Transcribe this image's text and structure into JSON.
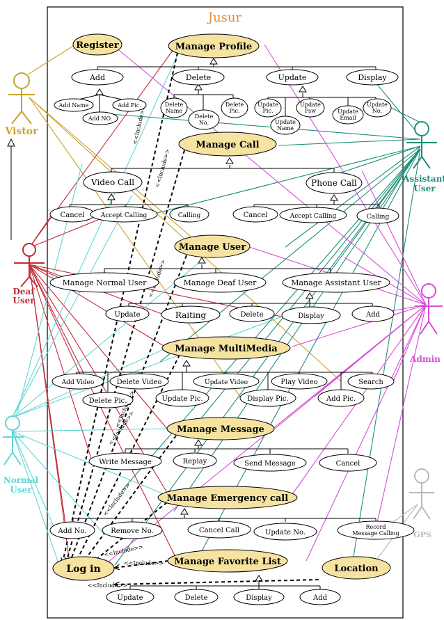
{
  "system_title": "Jusur",
  "actors": {
    "visitor": {
      "label": "Vistor",
      "color": "#c9a227"
    },
    "deaf_user": {
      "label": [
        "Deaf",
        "User"
      ],
      "color": "#c22a35"
    },
    "normal_user": {
      "label": [
        "Normal",
        "User"
      ],
      "color": "#5fd6d6"
    },
    "assistant_user": {
      "label": [
        "Assistant",
        "User"
      ],
      "color": "#1e8f7a"
    },
    "admin": {
      "label": "Admin",
      "color": "#d94bd9"
    },
    "gps": {
      "label": "GPS",
      "color": "#b9b9b9"
    }
  },
  "colors": {
    "primary_fill": "#f6e3a1",
    "case_fill": "#ffffff",
    "line": "#000000",
    "title": "#e08a3c"
  },
  "use_cases": {
    "register": "Register",
    "manage_profile": "Manage Profile",
    "add": "Add",
    "delete": "Delete",
    "update": "Update",
    "display": "Display",
    "add_name": "Add Name",
    "add_no": "Add NO.",
    "add_pic": "Add Pic.",
    "delete_name": [
      "Delete",
      "Name"
    ],
    "delete_no": [
      "Delete",
      "No."
    ],
    "delete_pic": [
      "Delete",
      "Pic."
    ],
    "update_pic": [
      "Update",
      "Pic."
    ],
    "update_psw": [
      "Update",
      "Psw"
    ],
    "update_name": [
      "Update",
      "Name"
    ],
    "update_email": [
      "Update",
      "Email"
    ],
    "update_no": [
      "Update",
      "No."
    ],
    "manage_call": "Manage Call",
    "video_call": "Video Call",
    "phone_call": "Phone Call",
    "cancel_vc": "Cancel",
    "accept_calling_vc": "Accept Calling",
    "calling_vc": "Calling",
    "cancel_pc": "Cancel",
    "accept_calling_pc": "Accept Calling",
    "calling_pc": "Calling",
    "manage_user": "Manage User",
    "manage_normal_user": "Manage Normal User",
    "manage_deaf_user": "Manage Deaf User",
    "manage_assistant_user": "Manage Assistant User",
    "mu_update": "Update",
    "mu_raiting": "Raiting",
    "mu_delete": "Delete",
    "mu_display": "Display",
    "mu_add": "Add",
    "manage_multimedia": "Manage MultiMedia",
    "add_video": "Add Video",
    "delete_video": "Delete Video",
    "update_video": "Update Video",
    "play_video": "Play Video",
    "search": "Search",
    "delete_pic_mm": "Delete Pic.",
    "update_pic_mm": "Update Pic.",
    "display_pic": "Display Pic.",
    "add_pic_mm": "Add Pic.",
    "manage_message": "Manage Message",
    "write_message": "Write Message",
    "replay": "Replay",
    "send_message": "Send Message",
    "cancel_msg": "Cancel",
    "manage_emergency": "Manage Emergency call",
    "add_no_em": "Add No.",
    "remove_no": "Remove No.",
    "cancel_call": "Cancel Call",
    "update_no_em": "Update No.",
    "record_message": [
      "Record",
      "Message Calling"
    ],
    "log_in": "Log in",
    "manage_favorite": "Manage  Favorite List",
    "location": "Location",
    "fav_update": "Update",
    "fav_delete": "Delete",
    "fav_display": "Display",
    "fav_add": "Add"
  },
  "include_label": "<<Include>>"
}
